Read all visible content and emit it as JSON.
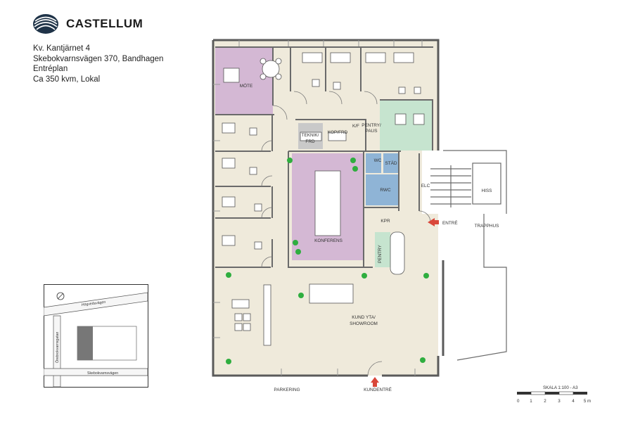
{
  "brand": {
    "name": "CASTELLUM"
  },
  "info": {
    "property": "Kv. Kantjärnet 4",
    "address": "Skebokvarnsvägen 370, Bandhagen",
    "floor": "Entréplan",
    "area": "Ca 350 kvm, Lokal"
  },
  "rooms": {
    "mote": "MÖTE",
    "teknik_1": "TEKNIK/",
    "teknik_2": "FRD",
    "kop_1": "KOP/FRD",
    "kop_2": "K/F",
    "pentry_paus_1": "PENTRY/",
    "pentry_paus_2": "PAUS",
    "wc": "WC",
    "stad": "STÄD",
    "rwc": "RWC",
    "elc": "ELC",
    "hiss": "HISS",
    "konferens": "KONFERENS",
    "kpr": "KPR",
    "pentry": "PENTRY",
    "trapphus": "TRAPPHUS",
    "showroom_1": "KUND YTA/",
    "showroom_2": "SHOWROOM"
  },
  "entrances": {
    "entre": "ENTRÉ",
    "kundentre": "KUNDENTRÉ",
    "parkering": "PARKERING"
  },
  "location_map": {
    "street_top": "Högvedsvägen",
    "street_left": "Örebrokvarnsgatan",
    "street_bottom": "Skebokvarnsvägen"
  },
  "scale_bar": {
    "label": "SKALA 1:100 - A3",
    "ticks": [
      "0",
      "1",
      "2",
      "3",
      "4",
      "5 m"
    ]
  },
  "colors": {
    "mote_room": "#d4b8d4",
    "konferens_room": "#d4b8d4",
    "pentry_room": "#c6e4cf",
    "wc_rooms": "#8fb4d6",
    "teknik_room": "#c9c9c9",
    "floor": "#efeadb",
    "wall": "#5a5a5a",
    "entrance_arrow": "#d9473a",
    "plant": "#2fae3f"
  }
}
